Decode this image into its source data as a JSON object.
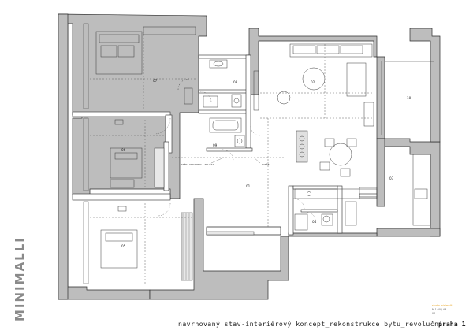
{
  "sheet": {
    "title": "navrhovaný stav-interiérový koncept_rekonstrukce bytu_revoluční",
    "city": "praha 1",
    "brand": "MINIMALLI",
    "meta_line_1": "studio minimalli",
    "meta_line_2": "M 1:50 / A3",
    "meta_line_3": "04"
  },
  "rooms": {
    "r01": "01",
    "r02": "02",
    "r03": "03",
    "r04": "04",
    "r05": "05",
    "r06": "06",
    "r07": "07",
    "r08": "08",
    "r09": "09",
    "r10": "10"
  },
  "notes": {
    "wall_note": "STĚNA TRAVERTIN + POLIČKA",
    "gap_note": "DVEŘE"
  },
  "colors": {
    "wall_fill": "#bdbdbd",
    "line": "#2b2b2b",
    "accent": "#e7a21c"
  }
}
